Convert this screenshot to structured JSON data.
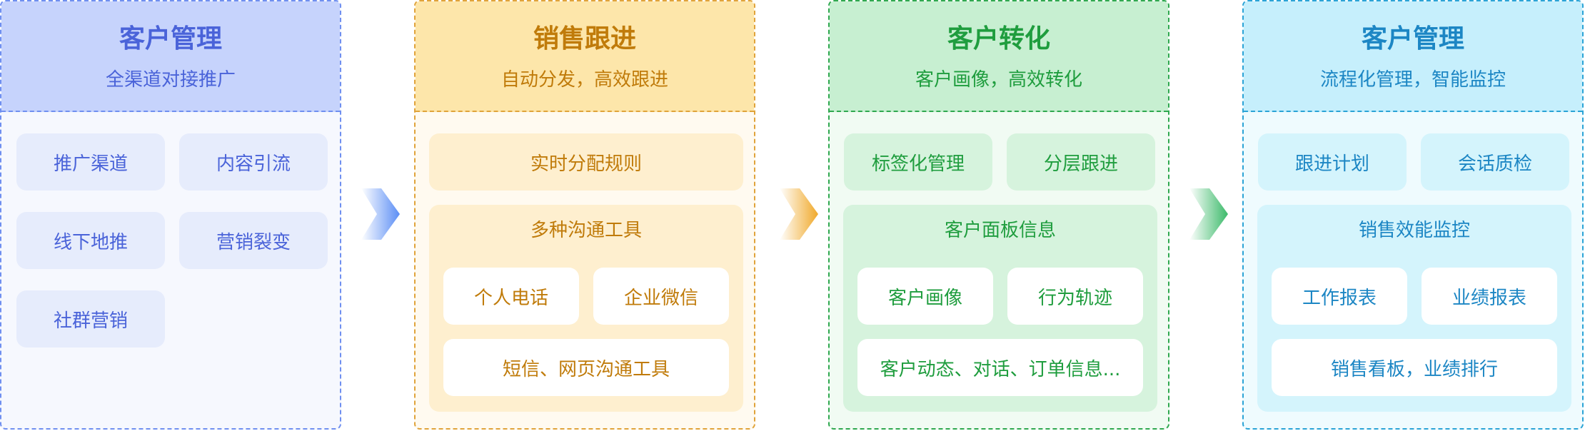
{
  "colors": {
    "blue": "#4a63d9",
    "amber": "#c07b0a",
    "green": "#1f9d3e",
    "cyan": "#1c86c4",
    "arrow_blue": "#5b8ef5",
    "arrow_amber": "#f0a92a",
    "arrow_green": "#3cba6a"
  },
  "columns": [
    {
      "title": "客户管理",
      "subtitle": "全渠道对接推广",
      "items": [
        "推广渠道",
        "内容引流",
        "线下地推",
        "营销裂变",
        "社群营销"
      ]
    },
    {
      "title": "销售跟进",
      "subtitle": "自动分发，高效跟进",
      "top_item": "实时分配规则",
      "panel": {
        "title": "多种沟通工具",
        "items": [
          "个人电话",
          "企业微信",
          "短信、网页沟通工具"
        ]
      }
    },
    {
      "title": "客户转化",
      "subtitle": "客户画像，高效转化",
      "items": [
        "标签化管理",
        "分层跟进"
      ],
      "panel": {
        "title": "客户面板信息",
        "items": [
          "客户画像",
          "行为轨迹",
          "客户动态、对话、订单信息..."
        ]
      }
    },
    {
      "title": "客户管理",
      "subtitle": "流程化管理，智能监控",
      "items": [
        "跟进计划",
        "会话质检"
      ],
      "panel": {
        "title": "销售效能监控",
        "items": [
          "工作报表",
          "业绩报表",
          "销售看板，业绩排行"
        ]
      }
    }
  ]
}
